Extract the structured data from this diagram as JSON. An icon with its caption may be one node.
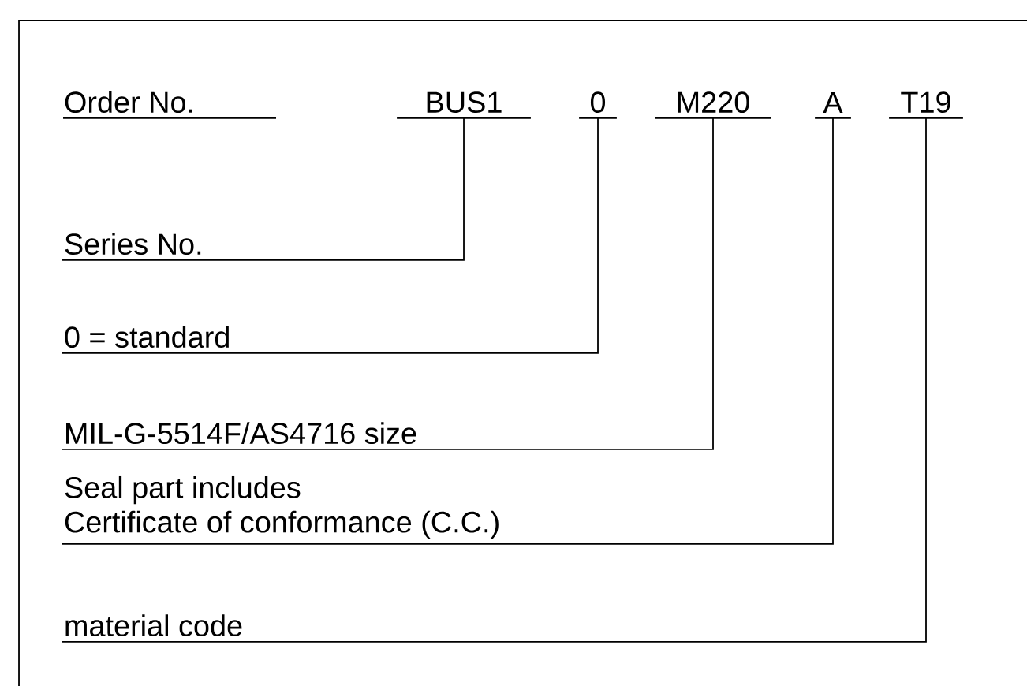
{
  "diagram": {
    "nodes": [
      {
        "text": [
          "BUS1"
        ]
      },
      {
        "text": [
          "0"
        ]
      },
      {
        "text": [
          "M220"
        ]
      },
      {
        "text": [
          "A"
        ]
      },
      {
        "text": [
          "T19"
        ]
      },
      {
        "text": [
          "Series No."
        ]
      },
      {
        "text": [
          "0 = standard"
        ]
      },
      {
        "text": [
          "MIL-G-5514F/AS4716 size"
        ]
      },
      {
        "text": [
          "Seal part includes",
          "Certificate of conformance (C.C.)"
        ]
      },
      {
        "text": [
          "material code"
        ]
      }
    ],
    "edges": [
      {
        "from": 0,
        "to": 5,
        "arrow": "none"
      },
      {
        "from": 1,
        "to": 6,
        "arrow": "none"
      },
      {
        "from": 2,
        "to": 7,
        "arrow": "none"
      },
      {
        "from": 3,
        "to": 8,
        "arrow": "none"
      },
      {
        "from": 4,
        "to": 9,
        "arrow": "none"
      }
    ],
    "labels": [
      "Order No."
    ]
  }
}
